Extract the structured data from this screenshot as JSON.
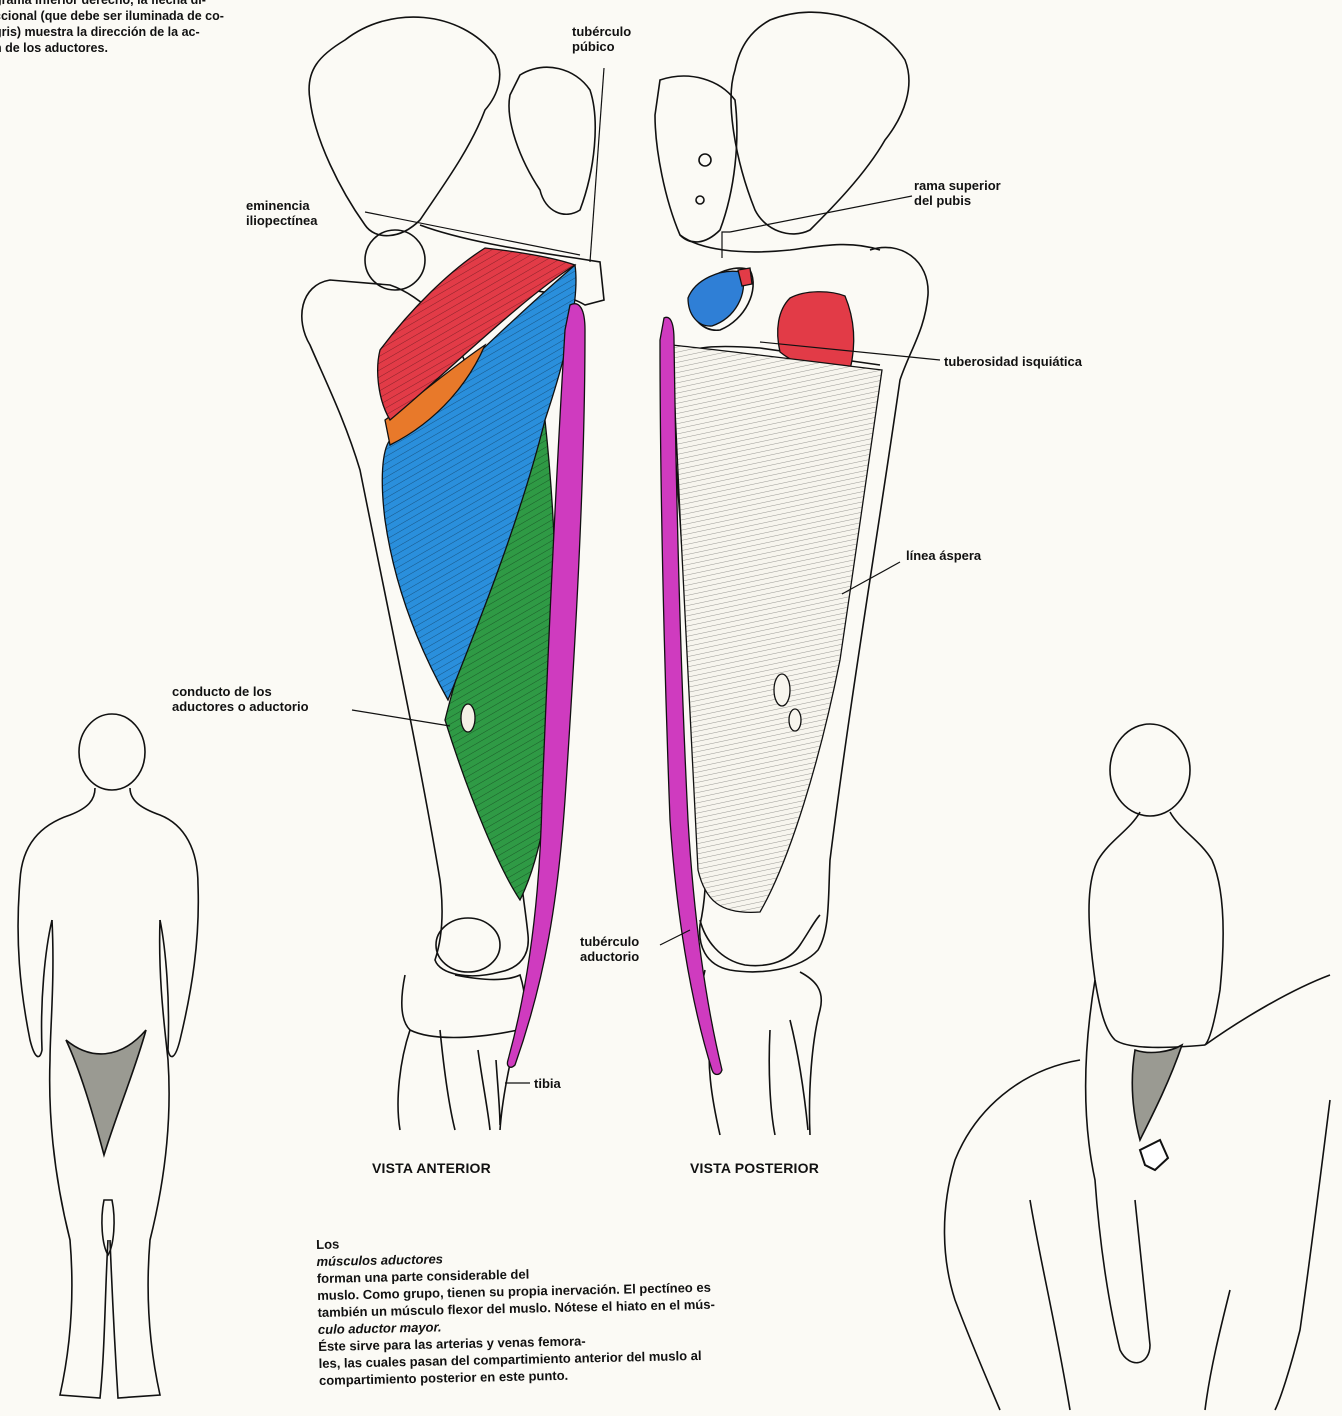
{
  "intro": {
    "lines": [
      "grama inferior derecho, la flecha di-",
      "ccional (que debe ser iluminada de co-",
      "gris) muestra la dirección de la ac-",
      "n de los aductores."
    ]
  },
  "labels": {
    "tuberculo_pubico": [
      "tubérculo",
      "púbico"
    ],
    "eminencia": [
      "eminencia",
      "iliopectínea"
    ],
    "rama_superior": [
      "rama superior",
      "del pubis"
    ],
    "tuberosidad": "tuberosidad isquiática",
    "linea_aspera": "línea áspera",
    "conducto": [
      "conducto de los",
      "aductores o aductorio"
    ],
    "tuberculo_aductorio": [
      "tubérculo",
      "aductorio"
    ],
    "tibia": "tibia"
  },
  "views": {
    "anterior": "VISTA ANTERIOR",
    "posterior": "VISTA POSTERIOR"
  },
  "body_text": {
    "line1_pre": "Los ",
    "line1_em": "músculos aductores",
    "line1_post": " forman una parte considerable del",
    "line2": "muslo. Como grupo, tienen su propia inervación. El pectíneo es",
    "line3": "también un músculo flexor del muslo. Nótese el hiato en el mús-",
    "line4_em": "culo aductor mayor.",
    "line4_post": " Éste sirve para las arterias y venas femora-",
    "line5": "les, las cuales pasan del compartimiento anterior del muslo al",
    "line6": "compartimiento posterior en este punto."
  },
  "colors": {
    "pectineo": "#e23b47",
    "aductor_corto": "#e8792a",
    "aductor_largo": "#2a8fdc",
    "aductor_mayor": "#2f9a45",
    "gracil": "#cf3bbf",
    "obturador": "#2f7fd6",
    "triangle_fill": "#9a9a92",
    "line": "#111111"
  }
}
